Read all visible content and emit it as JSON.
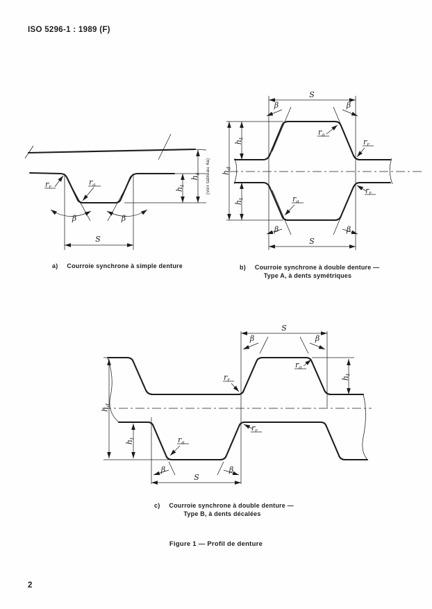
{
  "colors": {
    "ink": "#1c1c1c",
    "paper": "#fefefe"
  },
  "header": {
    "title": "ISO 5296-1 : 1989 (F)"
  },
  "footer": {
    "page_number": "2"
  },
  "figure": {
    "title": "Figure 1 — Profil de denture"
  },
  "captions": {
    "a_prefix": "a)",
    "a_text": "Courroie synchrone à simple denture",
    "b_prefix": "b)",
    "b_line1": "Courroie synchrone à double denture —",
    "b_line2": "Type A, à dents symétriques",
    "c_prefix": "c)",
    "c_line1": "Courroie synchrone à double denture —",
    "c_line2": "Type B, à dents décalées"
  },
  "sym": {
    "S": "S",
    "beta": "β",
    "r": "r",
    "h": "h",
    "sub_a": "a",
    "sub_r": "r",
    "sub_t": "t",
    "sub_s": "s",
    "sub_d": "d",
    "note": "(voir tableau 4a)"
  }
}
